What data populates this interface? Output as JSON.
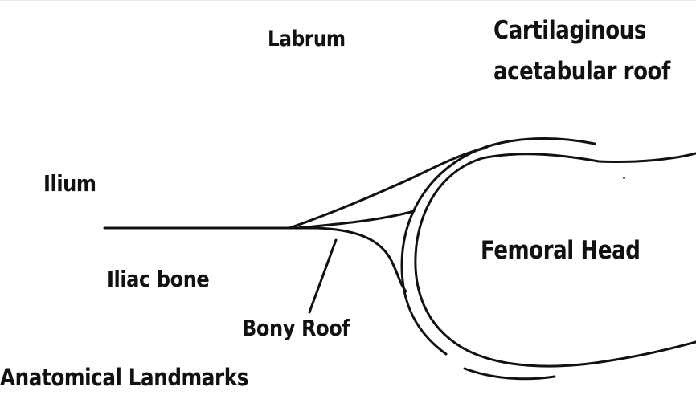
{
  "labels": {
    "labrum": "Labrum",
    "cartilaginous_line1": "Cartilaginous",
    "cartilaginous_line2": "acetabular roof",
    "ilium": "Ilium",
    "iliac_bone": "Iliac bone",
    "femoral_head": "Femoral Head",
    "bony_roof": "Bony Roof",
    "title": "Anatomical Landmarks"
  },
  "colors": {
    "line": "#111111",
    "background": "#ffffff"
  }
}
